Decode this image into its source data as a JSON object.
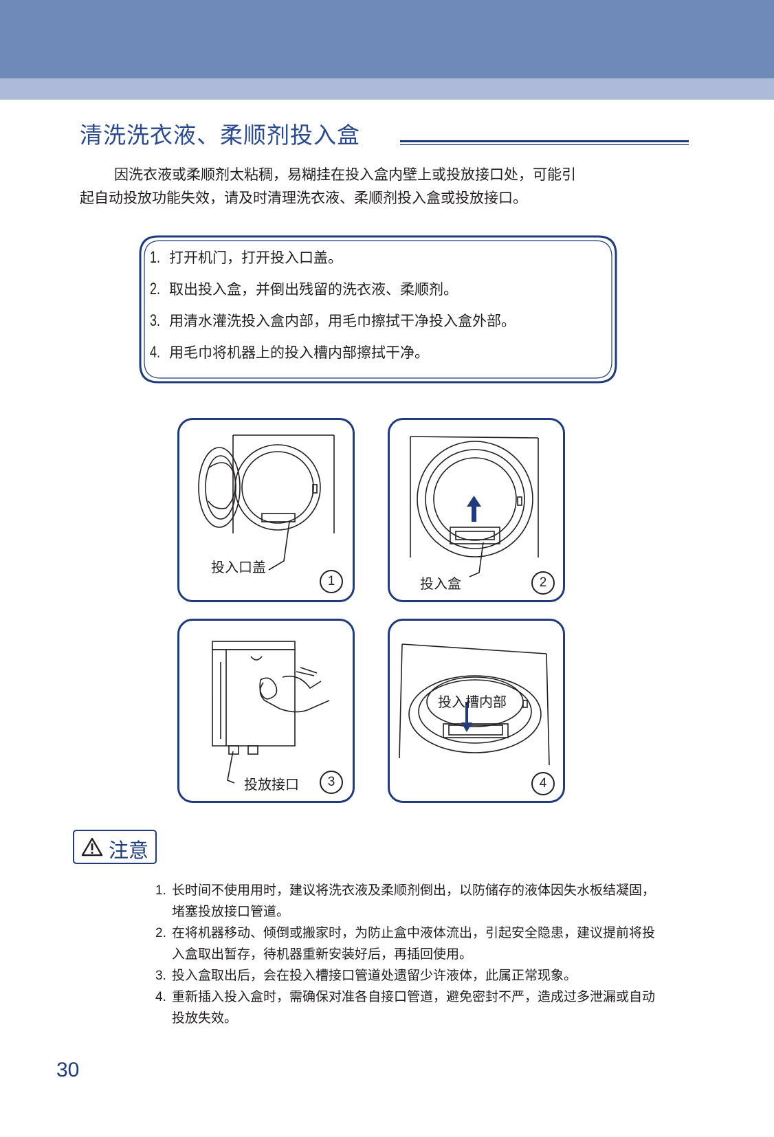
{
  "section_title": "清洗洗衣液、柔顺剂投入盒",
  "intro": {
    "line1": "因洗衣液或柔顺剂太粘稠，易糊挂在投入盒内壁上或投放接口处，可能引",
    "line2": "起自动投放功能失效，请及时清理洗衣液、柔顺剂投入盒或投放接口。"
  },
  "steps": [
    {
      "num": "1.",
      "text": "打开机门，打开投入口盖。"
    },
    {
      "num": "2.",
      "text": "取出投入盒，并倒出残留的洗衣液、柔顺剂。"
    },
    {
      "num": "3.",
      "text": "用清水灌洗投入盒内部，用毛巾擦拭干净投入盒外部。"
    },
    {
      "num": "4.",
      "text": "用毛巾将机器上的投入槽内部擦拭干净。"
    }
  ],
  "figures": [
    {
      "number": "1",
      "caption": "投入口盖"
    },
    {
      "number": "2",
      "caption": "投入盒"
    },
    {
      "number": "3",
      "caption": "投放接口"
    },
    {
      "number": "4",
      "caption": "投入槽内部"
    }
  ],
  "notice": {
    "label": "注意",
    "icon": "warning-triangle-icon"
  },
  "cautions": [
    {
      "num": "1.",
      "text": "长时间不使用用时，建议将洗衣液及柔顺剂倒出，以防储存的液体因失水板结凝固，堵塞投放接口管道。"
    },
    {
      "num": "2.",
      "text": "在将机器移动、倾倒或搬家时，为防止盒中液体流出，引起安全隐患，建议提前将投入盒取出暂存，待机器重新安装好后，再插回使用。"
    },
    {
      "num": "3.",
      "text": "投入盒取出后，会在投入槽接口管道处遗留少许液体，此属正常现象。"
    },
    {
      "num": "4.",
      "text": "重新插入投入盒时，需确保对准各自接口管道，避免密封不严，造成过多泄漏或自动投放失效。"
    }
  ],
  "page_number": "30",
  "colors": {
    "header_dark": "#6f8ab8",
    "header_light": "#aebbd8",
    "accent": "#1f3b7a"
  }
}
